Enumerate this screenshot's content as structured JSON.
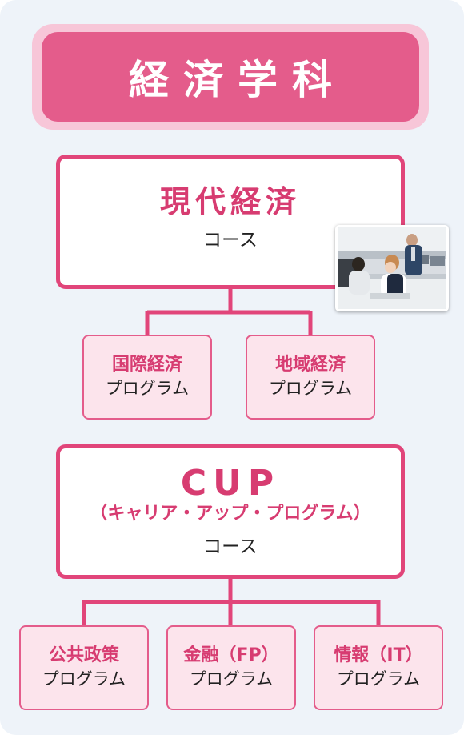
{
  "title": "経済学科",
  "courses": [
    {
      "name": "現代経済",
      "suffix": "コース",
      "programs": [
        {
          "name": "国際経済",
          "suffix": "プログラム"
        },
        {
          "name": "地域経済",
          "suffix": "プログラム"
        }
      ]
    },
    {
      "name": "CUP",
      "subtitle": "（キャリア・アップ・プログラム）",
      "suffix": "コース",
      "programs": [
        {
          "name": "公共政策",
          "suffix": "プログラム"
        },
        {
          "name": "金融（FP）",
          "suffix": "プログラム"
        },
        {
          "name": "情報（IT）",
          "suffix": "プログラム"
        }
      ]
    }
  ],
  "colors": {
    "accent": "#e1457a",
    "title_bg": "#e45c8b",
    "title_halo": "#f7c6d8",
    "program_bg": "#fce4ec",
    "panel_bg": "#eef3f9"
  }
}
